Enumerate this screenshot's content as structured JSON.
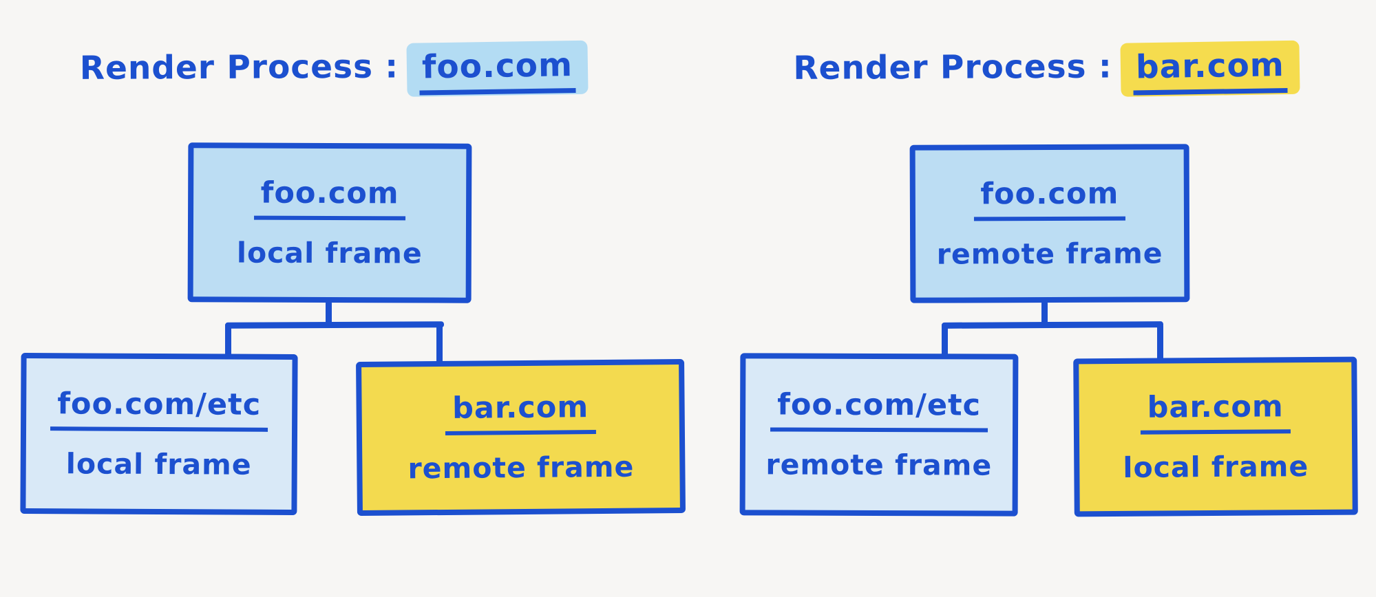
{
  "colors": {
    "background": "#F7F6F4",
    "ink": "#1C50CF",
    "box_blue": "#BCDDF3",
    "box_blue_light": "#D9E9F7",
    "box_yellow": "#F3DA4F",
    "highlight_blue": "#B3DCF3",
    "highlight_yellow": "#F5DC4E"
  },
  "trees": [
    {
      "title_prefix": "Render Process :",
      "title_domain": "foo.com",
      "title_highlight": "#B3DCF3",
      "root": {
        "domain": "foo.com",
        "frame": "local frame",
        "fill": "#BCDDF3"
      },
      "children": [
        {
          "domain": "foo.com/etc",
          "frame": "local frame",
          "fill": "#D9E9F7"
        },
        {
          "domain": "bar.com",
          "frame": "remote frame",
          "fill": "#F3DA4F"
        }
      ]
    },
    {
      "title_prefix": "Render Process :",
      "title_domain": "bar.com",
      "title_highlight": "#F5DC4E",
      "root": {
        "domain": "foo.com",
        "frame": "remote frame",
        "fill": "#BCDDF3"
      },
      "children": [
        {
          "domain": "foo.com/etc",
          "frame": "remote frame",
          "fill": "#D9E9F7"
        },
        {
          "domain": "bar.com",
          "frame": "local frame",
          "fill": "#F3DA4F"
        }
      ]
    }
  ]
}
